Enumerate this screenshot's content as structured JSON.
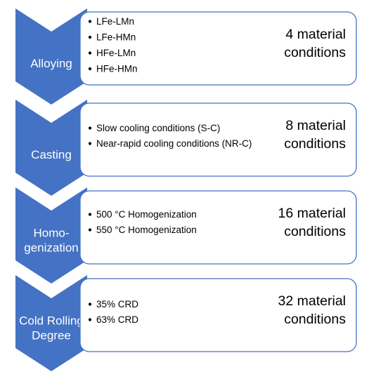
{
  "colors": {
    "chevron_fill": "#4472C4",
    "box_border": "#4472C4",
    "box_fill": "#FFFFFF",
    "label_text": "#FFFFFF",
    "body_text": "#000000"
  },
  "stages": [
    {
      "label_lines": [
        "Alloying"
      ],
      "items": [
        "LFe-LMn",
        "LFe-HMn",
        "HFe-LMn",
        "HFe-HMn"
      ],
      "count_lines": [
        "4 material",
        "conditions"
      ]
    },
    {
      "label_lines": [
        "Casting"
      ],
      "items": [
        "Slow cooling conditions (S-C)",
        "Near-rapid cooling conditions (NR-C)"
      ],
      "count_lines": [
        "8 material",
        "conditions"
      ]
    },
    {
      "label_lines": [
        "Homo-",
        "genization"
      ],
      "items": [
        "500 °C Homogenization",
        "550 °C Homogenization"
      ],
      "count_lines": [
        "16 material",
        "conditions"
      ]
    },
    {
      "label_lines": [
        "Cold Rolling",
        "Degree"
      ],
      "items": [
        "35% CRD",
        "63% CRD"
      ],
      "count_lines": [
        "32 material",
        "conditions"
      ]
    }
  ]
}
